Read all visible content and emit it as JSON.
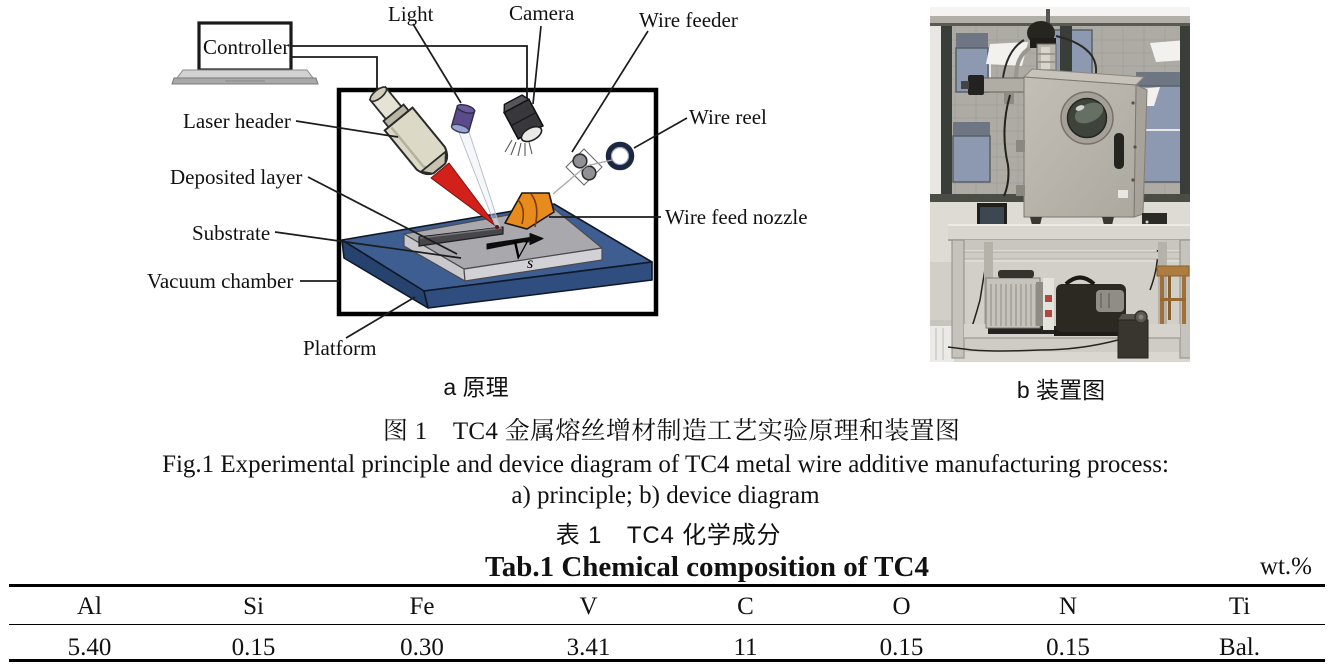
{
  "figure": {
    "panel_a": {
      "sub_caption": "a 原理",
      "labels": {
        "controller": "Controller",
        "light": "Light",
        "camera": "Camera",
        "wire_feeder": "Wire feeder",
        "wire_reel": "Wire reel",
        "laser_header": "Laser header",
        "deposited_layer": "Deposited layer",
        "substrate": "Substrate",
        "vacuum_chamber": "Vacuum chamber",
        "wire_feed_nozzle": "Wire feed nozzle",
        "platform": "Platform",
        "velocity": "V",
        "velocity_sub": "s"
      },
      "colors": {
        "laser_beam": "#d2201a",
        "nozzle": "#e78c1c",
        "platform_top": "#3e5e92",
        "substrate_top": "#a9a9ad",
        "light_body": "#5b4a8c"
      }
    },
    "panel_b": {
      "sub_caption": "b 装置图"
    },
    "caption_zh": "图 1　TC4 金属熔丝增材制造工艺实验原理和装置图",
    "caption_en": "Fig.1 Experimental principle and device diagram of TC4 metal wire additive manufacturing process:",
    "caption_en2": "a) principle; b) device diagram"
  },
  "table": {
    "title_zh": "表 1　TC4 化学成分",
    "title_en": "Tab.1 Chemical composition of TC4",
    "unit": "wt.%",
    "columns": [
      "Al",
      "Si",
      "Fe",
      "V",
      "C",
      "O",
      "N",
      "Ti"
    ],
    "values": [
      "5.40",
      "0.15",
      "0.30",
      "3.41",
      "11",
      "0.15",
      "0.15",
      "Bal."
    ]
  }
}
